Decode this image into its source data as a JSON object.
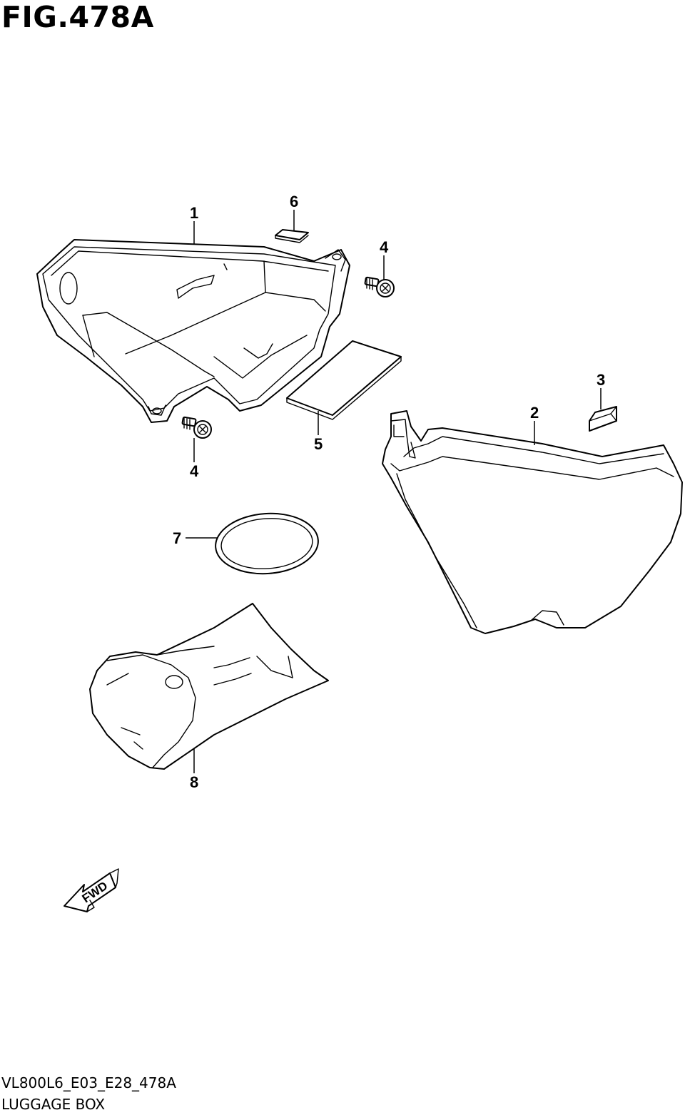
{
  "figure": {
    "title": "FIG.478A",
    "code": "VL800L6_E03_E28_478A",
    "name": "LUGGAGE BOX"
  },
  "callouts": [
    "1",
    "2",
    "3",
    "4",
    "4",
    "5",
    "6",
    "7",
    "8"
  ],
  "direction": {
    "label": "FWD",
    "icon": "fwd-arrow-icon"
  }
}
